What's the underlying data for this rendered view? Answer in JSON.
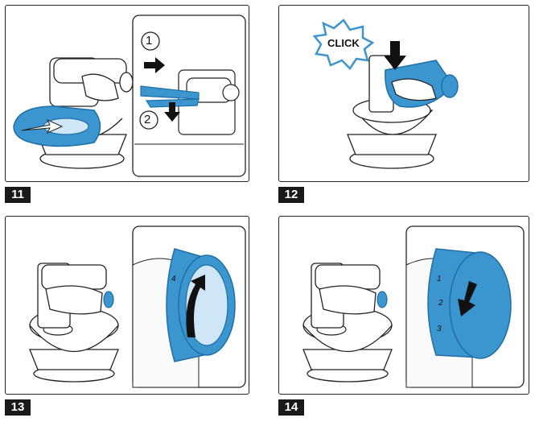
{
  "steps": [
    {
      "number": "11",
      "callouts": [
        "1",
        "2"
      ]
    },
    {
      "number": "12",
      "sound_label": "CLICK"
    },
    {
      "number": "13",
      "dial_mark": "4"
    },
    {
      "number": "14",
      "dial_marks": [
        "1",
        "2",
        "3"
      ]
    }
  ],
  "colors": {
    "accent": "#3b95cf",
    "accent_dark": "#1f6fa6",
    "outline": "#222222",
    "badge": "#1a1a1a"
  },
  "icons": [
    "arrow-right-icon",
    "arrow-down-icon",
    "rotate-arrow-icon",
    "starburst-icon"
  ]
}
